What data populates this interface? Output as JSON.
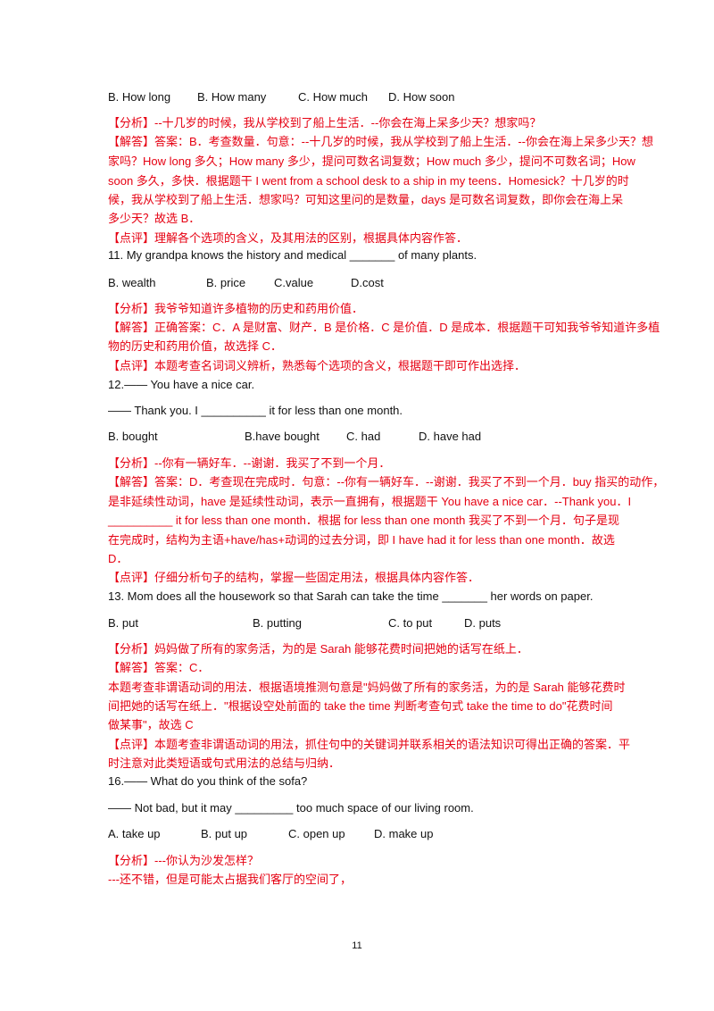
{
  "lines": [
    "",
    "【分析】--十几岁的时候，我从学校到了船上生活．--你会在海上呆多少天？想家吗？",
    "【解答】答案：B．考查数量．句意：--十几岁的时候，我从学校到了船上生活．--你会在海上呆多少天？想",
    "家吗？How long 多久；How many 多少，提问可数名词复数；How much 多少，提问不可数名词；How",
    "soon 多久，多快．根据题干 I went from a school desk to a ship in my teens．Homesick？十几岁的时",
    "候，我从学校到了船上生活．想家吗？可知这里问的是数量，days 是可数名词复数，即你会在海上呆",
    "多少天？故选 B．",
    "【点评】理解各个选项的含义，及其用法的区别，根据具体内容作答．",
    "11. My grandpa knows the history and medical _______ of many plants.",
    "",
    "【分析】我爷爷知道许多植物的历史和药用价值．",
    "【解答】正确答案：C．A 是财富、财产．B 是价格．C 是价值．D 是成本．根据题干可知我爷爷知道许多植",
    "物的历史和药用价值，故选择 C．",
    "【点评】本题考查名词词义辨析，熟悉每个选项的含义，根据题干即可作出选择．",
    "12.—— You have a nice car.",
    "—— Thank you. I __________ it for less than one month.",
    "",
    "【分析】--你有一辆好车．--谢谢．我买了不到一个月．",
    "【解答】答案：D．考查现在完成时．句意：--你有一辆好车．--谢谢．我买了不到一个月．buy 指买的动作，",
    "是非延续性动词，have 是延续性动词，表示一直拥有，根据题干 You have a nice car．--Thank you．I",
    "__________ it for less than one month．根据 for less than one month 我买了不到一个月．句子是现",
    "在完成时，结构为主语+have/has+动词的过去分词，即 I have had it for less than one month．故选",
    "D．",
    "【点评】仔细分析句子的结构，掌握一些固定用法，根据具体内容作答．",
    "13. Mom does all the housework so that Sarah can take the time _______ her words on paper.",
    "",
    "【分析】妈妈做了所有的家务活，为的是 Sarah 能够花费时间把她的话写在纸上．",
    "【解答】答案：C．",
    "本题考查非谓语动词的用法．根据语境推测句意是\"妈妈做了所有的家务活，为的是 Sarah 能够花费时",
    "间把她的话写在纸上．\"根据设空处前面的  take the time 判断考查句式 take the time to do\"花费时间",
    "做某事\"，故选 C",
    "【点评】本题考查非谓语动词的用法，抓住句中的关键词并联系相关的语法知识可得出正确的答案．平",
    "时注意对此类短语或句式用法的总结与归纳．",
    "16.—— What do you think of the sofa?",
    "—— Not bad, but it may _________ too much space of our living room.",
    "",
    "【分析】---你认为沙发怎样？",
    "---还不错，但是可能太占据我们客厅的空间了，"
  ],
  "options": [
    [
      "B. How long",
      "B. How many",
      "C. How much",
      "D. How soon"
    ],
    [
      "B. wealth",
      "B. price",
      "C.value",
      "D.cost"
    ],
    [
      "B. bought",
      "B.have bought",
      "C. had",
      "D. have had"
    ],
    [
      "B. put",
      "B. putting",
      "C. to put",
      "D. puts"
    ],
    [
      "A. take up",
      "B. put up",
      "C. open up",
      "D. make up"
    ]
  ],
  "page_number": "11"
}
